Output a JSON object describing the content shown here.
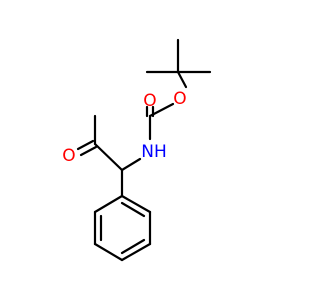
{
  "molecule": {
    "atoms": {
      "o_carbonyl": {
        "text": "O",
        "color": "#ff0000"
      },
      "o_ester": {
        "text": "O",
        "color": "#ff0000"
      },
      "nh": {
        "text": "NH",
        "color": "#0000ff"
      },
      "o_ketone": {
        "text": "O",
        "color": "#ff0000"
      }
    },
    "bond_color": "#000000"
  }
}
